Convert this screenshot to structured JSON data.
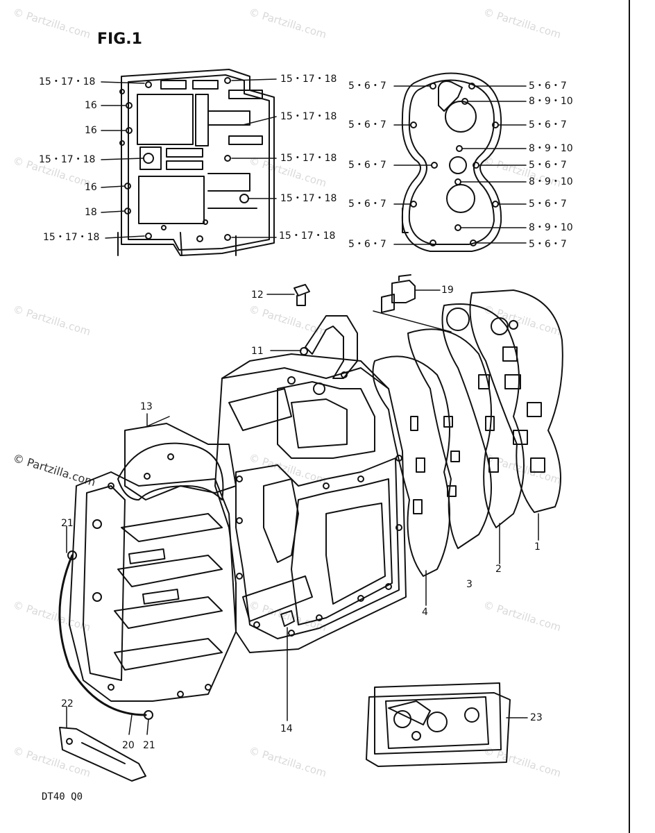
{
  "title": "FIG.1",
  "footer": "DT40  Q0",
  "watermark": "© Partzilla.com",
  "left_gasket_labels": [
    "15・17・18",
    "16",
    "16",
    "15・17・18",
    "16",
    "18",
    "15・17・18"
  ],
  "left_gasket_right_labels": [
    "15・17・18",
    "15・17・18",
    "15・17・18",
    "15・17・18",
    "15・17・18"
  ],
  "head_gasket_left_labels": [
    "5・6・7",
    "5・6・7",
    "5・6・7",
    "5・6・7",
    "5・6・7"
  ],
  "head_gasket_right_labels": [
    "5・6・7",
    "8・9・10",
    "5・6・7",
    "8・9・10",
    "5・6・7",
    "8・9・10",
    "5・6・7",
    "8・9・10",
    "5・6・7"
  ],
  "callouts": {
    "c1": "1",
    "c2": "2",
    "c3": "3",
    "c4": "4",
    "c11": "11",
    "c12": "12",
    "c13": "13",
    "c14": "14",
    "c19": "19",
    "c20": "20",
    "c21a": "21",
    "c21b": "21",
    "c22": "22",
    "c23": "23"
  }
}
